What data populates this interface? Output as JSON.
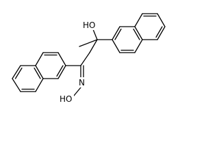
{
  "diagram": {
    "type": "chemical-structure",
    "atom_labels": {
      "hydroxyl": "HO",
      "oxime_nitrogen": "N",
      "oxime_hydroxyl": "HO"
    },
    "colors": {
      "bond": "#000000",
      "label": "#000000",
      "background": "#ffffff"
    }
  }
}
